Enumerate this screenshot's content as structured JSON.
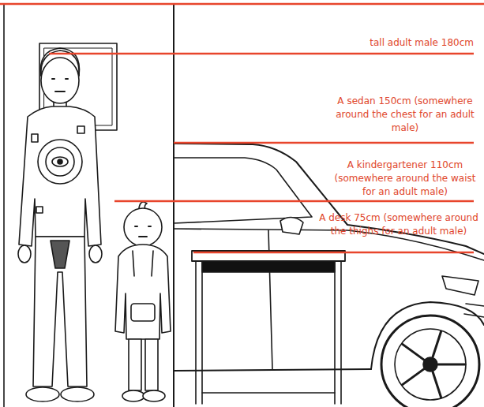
{
  "diagram": {
    "labels": [
      "tall adult male 180cm",
      "A sedan 150cm (somewhere around the chest for an adult male)",
      "A kindergartener 110cm (somewhere around the waist for an adult male)",
      "A desk 75cm (somewhere around the thighs for an adult male)"
    ]
  }
}
